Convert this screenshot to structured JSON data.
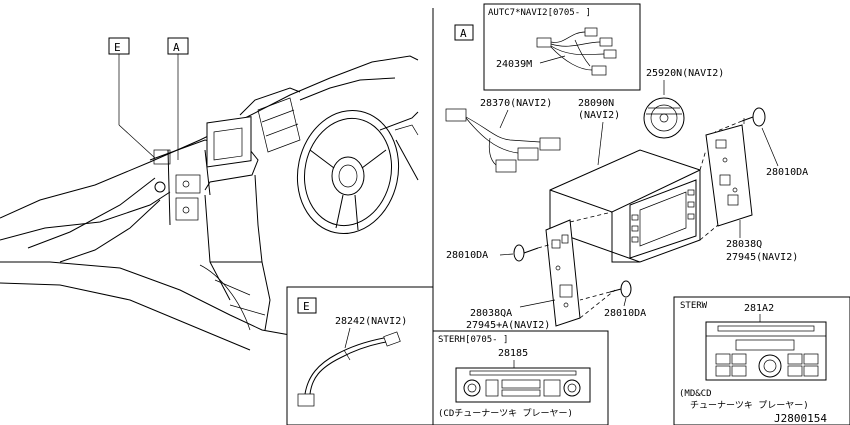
{
  "sections": {
    "left_label_e": "E",
    "left_label_a": "A",
    "detail_a_label": "A",
    "detail_e_label": "E"
  },
  "callouts": {
    "autc7_header": "AUTC7*NAVI2[0705-    ]",
    "p24039m": "24039M",
    "p25920n": "25920N(NAVI2)",
    "p28370": "28370(NAVI2)",
    "p28090n_1": "28090N",
    "p28090n_2": "(NAVI2)",
    "p28010da_top": "28010DA",
    "p28038q": "28038Q",
    "p27945_navi2": "27945(NAVI2)",
    "p28010da_left": "28010DA",
    "p28038qa": "28038QA",
    "p27945a": "27945+A(NAVI2)",
    "p28010da_bottom": "28010DA",
    "p28242": "28242(NAVI2)",
    "sterh_header": "STERH[0705-    ]",
    "p28185": "28185",
    "cd_tuner_caption": "(CDチューナーツキ プレーヤー)",
    "sterw_header": "STERW",
    "p281a2": "281A2",
    "md_cd_caption_1": "(MD&CD",
    "md_cd_caption_2": "チューナーツキ プレーヤー)",
    "diagram_code": "J2800154"
  }
}
